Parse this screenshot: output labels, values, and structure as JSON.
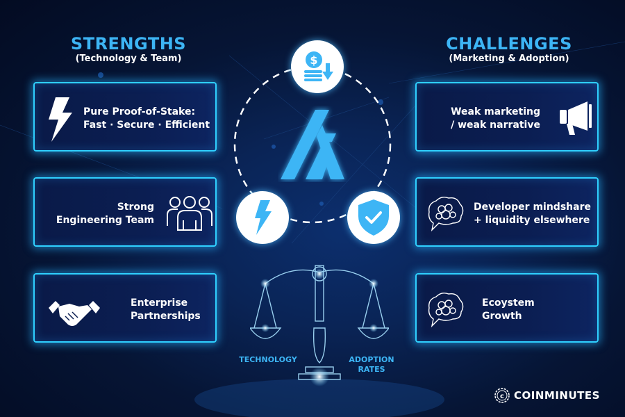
{
  "strengths": {
    "title": "STRENGTHS",
    "subtitle": "(Technology & Team)",
    "items": [
      {
        "icon": "lightning-icon",
        "line1": "Pure Proof-of-Stake:",
        "line2": "Fast · Secure · Efficient"
      },
      {
        "icon": "team-icon",
        "line1": "Strong",
        "line2": "Engineering Team"
      },
      {
        "icon": "handshake-icon",
        "line1": "Enterprise",
        "line2": "Partnerships"
      }
    ]
  },
  "challenges": {
    "title": "CHALLENGES",
    "subtitle": "(Marketing & Adoption)",
    "items": [
      {
        "icon": "megaphone-icon",
        "line1": "Weak marketing",
        "line2": "/ weak narrative"
      },
      {
        "icon": "brain-bubble-icon",
        "line1": "Developer mindshare",
        "line2": "+ liquidity elsewhere"
      },
      {
        "icon": "brain-bubble-icon",
        "line1": "Ecoystem",
        "line2": "Growth"
      }
    ]
  },
  "center": {
    "logo": "algorand-logo",
    "badges": [
      "money-down-icon",
      "lightning-icon",
      "shield-check-icon"
    ],
    "scale_labels": {
      "left": "TECHNOLOGY",
      "right_line1": "ADOPTION",
      "right_line2": "RATES"
    }
  },
  "brand": {
    "name": "COINMINUTES"
  },
  "colors": {
    "accent": "#3db5f5",
    "card_border": "#2fd0ff",
    "background": "#061535"
  }
}
